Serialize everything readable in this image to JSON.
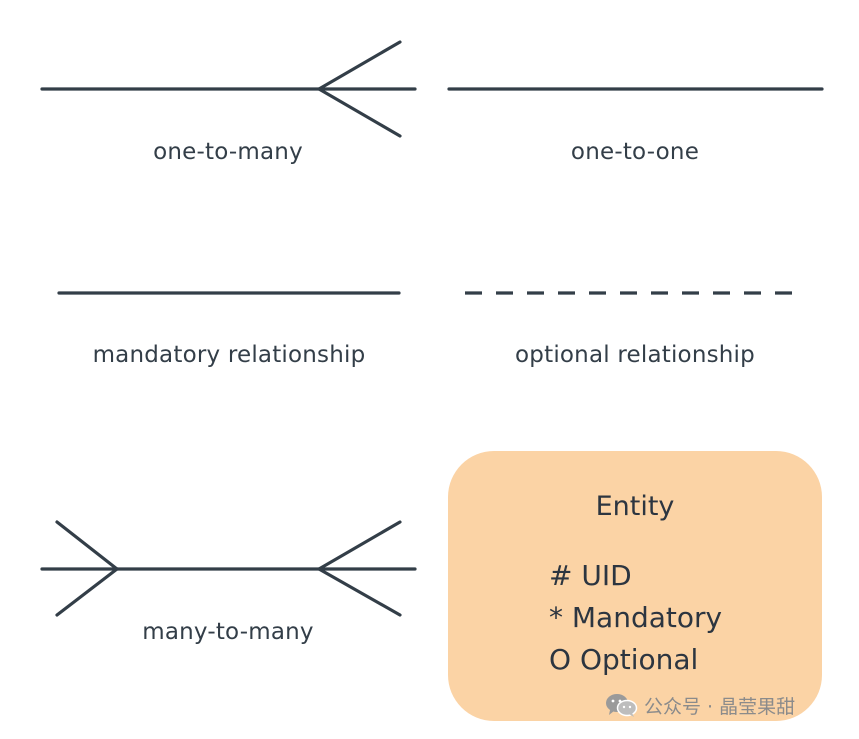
{
  "legend": {
    "one_to_many": "one-to-many",
    "one_to_one": "one-to-one",
    "mandatory_relationship": "mandatory relationship",
    "optional_relationship": "optional relationship",
    "many_to_many": "many-to-many"
  },
  "entity": {
    "title": "Entity",
    "uid": "# UID",
    "mandatory": "* Mandatory",
    "optional": "O Optional"
  },
  "watermark": {
    "text": "公众号 · 晶莹果甜",
    "icon": "wechat-icon"
  },
  "colors": {
    "line": "#333e48",
    "entity_fill": "#fbd3a5",
    "background": "#ffffff"
  }
}
